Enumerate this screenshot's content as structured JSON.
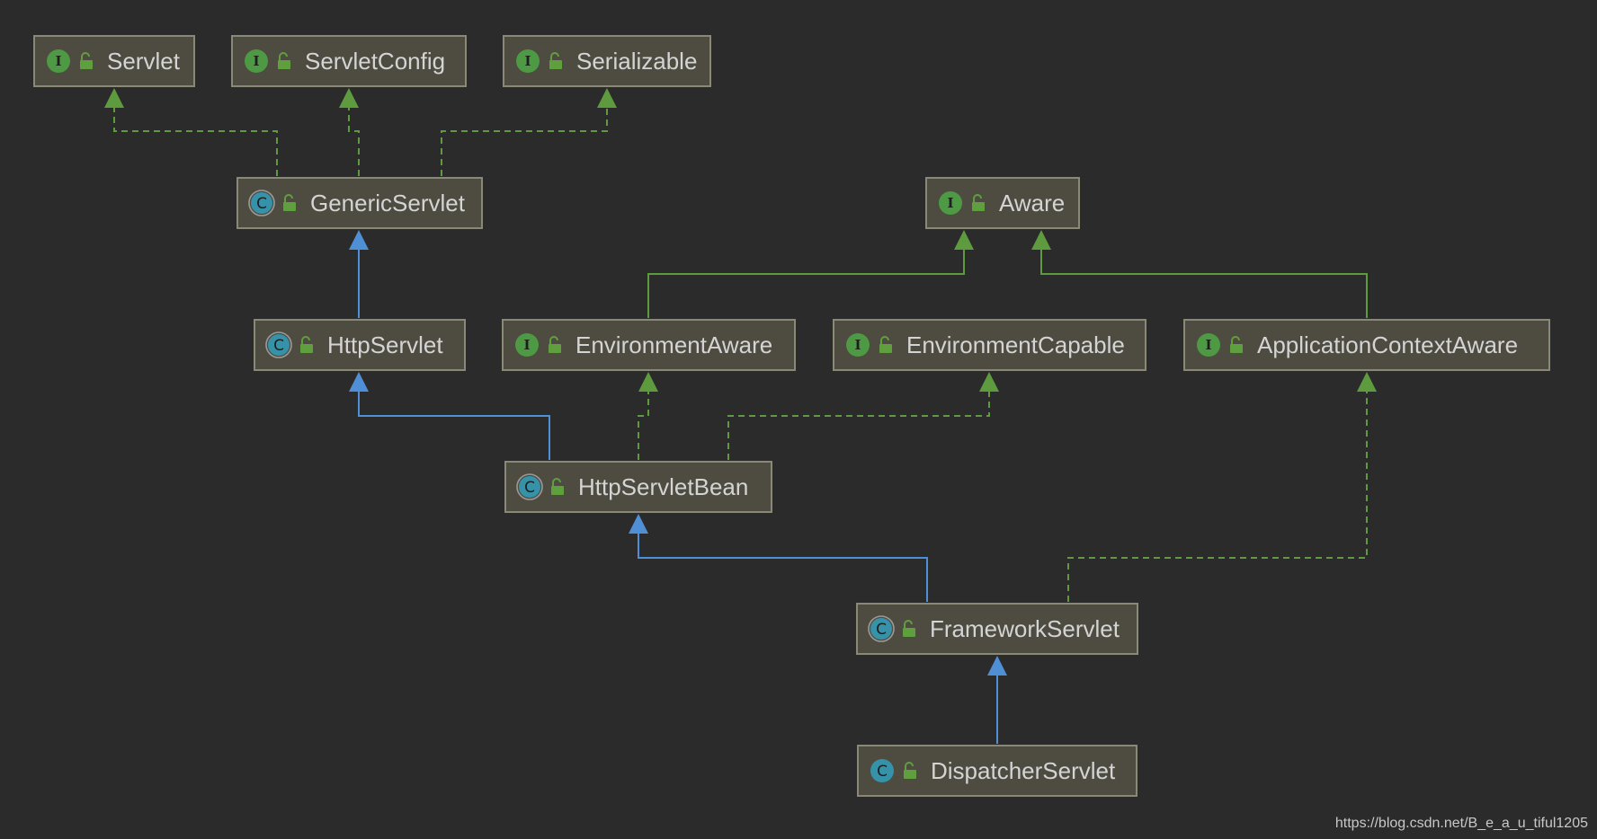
{
  "nodes": {
    "servlet": {
      "label": "Servlet",
      "kind": "interface"
    },
    "servletConfig": {
      "label": "ServletConfig",
      "kind": "interface"
    },
    "serializable": {
      "label": "Serializable",
      "kind": "interface"
    },
    "genericServlet": {
      "label": "GenericServlet",
      "kind": "abstract-class"
    },
    "aware": {
      "label": "Aware",
      "kind": "interface"
    },
    "httpServlet": {
      "label": "HttpServlet",
      "kind": "abstract-class"
    },
    "environmentAware": {
      "label": "EnvironmentAware",
      "kind": "interface"
    },
    "environmentCapable": {
      "label": "EnvironmentCapable",
      "kind": "interface"
    },
    "applicationContextAware": {
      "label": "ApplicationContextAware",
      "kind": "interface"
    },
    "httpServletBean": {
      "label": "HttpServletBean",
      "kind": "abstract-class"
    },
    "frameworkServlet": {
      "label": "FrameworkServlet",
      "kind": "abstract-class"
    },
    "dispatcherServlet": {
      "label": "DispatcherServlet",
      "kind": "class"
    }
  },
  "icons": {
    "interface_letter": "I",
    "class_letter": "C"
  },
  "edges": [
    {
      "from": "genericServlet",
      "to": "servlet",
      "type": "implements"
    },
    {
      "from": "genericServlet",
      "to": "servletConfig",
      "type": "implements"
    },
    {
      "from": "genericServlet",
      "to": "serializable",
      "type": "implements"
    },
    {
      "from": "httpServlet",
      "to": "genericServlet",
      "type": "extends"
    },
    {
      "from": "environmentAware",
      "to": "aware",
      "type": "interface-extends"
    },
    {
      "from": "applicationContextAware",
      "to": "aware",
      "type": "interface-extends"
    },
    {
      "from": "httpServletBean",
      "to": "httpServlet",
      "type": "extends"
    },
    {
      "from": "httpServletBean",
      "to": "environmentAware",
      "type": "implements"
    },
    {
      "from": "httpServletBean",
      "to": "environmentCapable",
      "type": "implements"
    },
    {
      "from": "frameworkServlet",
      "to": "httpServletBean",
      "type": "extends"
    },
    {
      "from": "frameworkServlet",
      "to": "applicationContextAware",
      "type": "implements"
    },
    {
      "from": "dispatcherServlet",
      "to": "frameworkServlet",
      "type": "extends"
    }
  ],
  "colors": {
    "background": "#2b2b2b",
    "implements_edge": "#5e9a3e",
    "extends_edge": "#4f8fd6",
    "interface_icon": "#4d9944",
    "class_icon": "#3592a8"
  },
  "watermark": "https://blog.csdn.net/B_e_a_u_tiful1205"
}
